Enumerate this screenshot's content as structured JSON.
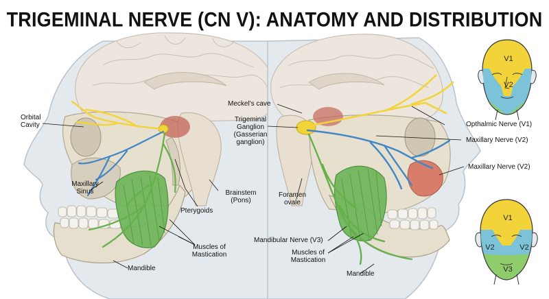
{
  "title": "TRIGEMINAL NERVE (CN V): ANATOMY AND DISTRIBUTION",
  "colors": {
    "v1": "#f2d43a",
    "v2": "#3f86c7",
    "v3": "#64b04a",
    "v2_area": "#7cc3d9",
    "v3_area": "#8fcc6c",
    "bone": "#e7e1d2",
    "brain": "#ece6de",
    "skin": "#dde4ea"
  },
  "labels": {
    "orbital_cavity": "Orbital\nCavity",
    "maxillary_sinus": "Maxillary\nSinus",
    "pterygoids": "Pterygoids",
    "brainstem": "Brainstem\n(Pons)",
    "muscles_left": "Muscles of\nMastication",
    "mandible_left": "Mandible",
    "meckels_cave": "Meckel's cave",
    "trigeminal_ganglion": "Trigeminal\nGanglion\n(Gasserian\nganglion)",
    "foramen_ovale": "Foramen\novale",
    "mandibular_nerve": "Mandibular Nerve (V3)",
    "muscles_right": "Muscles of\nMastication",
    "mandible_right": "Mandible",
    "opthalmic_nerve": "Opthalmic Nerve (V1)",
    "maxillary_nerve_1": "Maxillary Nerve (V2)",
    "maxillary_nerve_2": "Maxillary Nerve (V2)"
  },
  "face_top": {
    "v1": "V1",
    "v2": "V2"
  },
  "face_bottom": {
    "v1": "V1",
    "v2_left": "V2",
    "v2_right": "V2",
    "v3": "V3"
  }
}
